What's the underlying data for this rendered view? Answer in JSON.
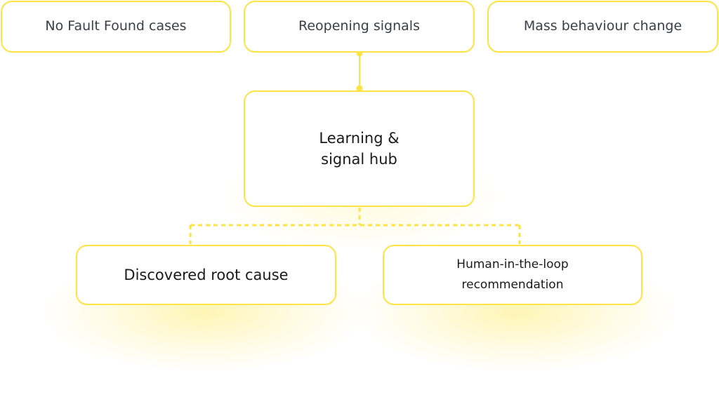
{
  "nodes": {
    "no_fault_found": "No Fault Found cases",
    "reopening_signals": "Reopening signals",
    "mass_behaviour_change": "Mass behaviour change",
    "hub": "Learning & signal hub",
    "root_cause": "Discovered root cause",
    "human_in_loop": "Human-in-the-loop recommendation"
  },
  "colors": {
    "accent": "#fde444",
    "text": "#1a1a1a",
    "muted_text": "#3a3f47"
  },
  "edges": [
    {
      "from": "reopening_signals",
      "to": "hub",
      "style": "solid"
    },
    {
      "from": "hub",
      "to": "root_cause",
      "style": "dashed"
    },
    {
      "from": "hub",
      "to": "human_in_loop",
      "style": "dashed"
    }
  ]
}
